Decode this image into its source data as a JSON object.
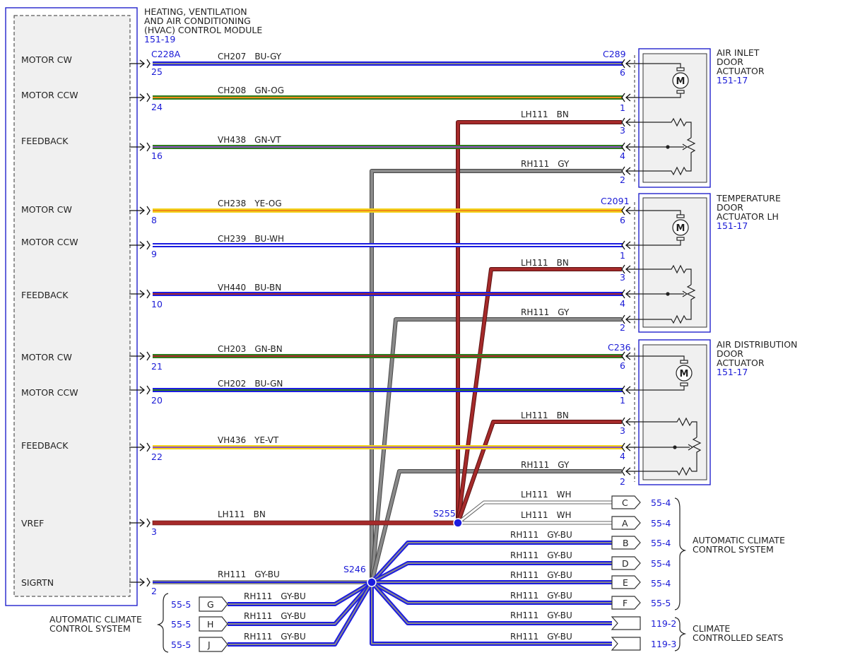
{
  "module": {
    "title_lines": [
      "HEATING, VENTILATION",
      "AND AIR CONDITIONING",
      "(HVAC) CONTROL MODULE"
    ],
    "ref": "151-19",
    "connector": "C228A",
    "left_labels": [
      "MOTOR CW",
      "MOTOR CCW",
      "FEEDBACK",
      "MOTOR CW",
      "MOTOR CCW",
      "FEEDBACK",
      "MOTOR CW",
      "MOTOR CCW",
      "FEEDBACK",
      "VREF",
      "SIGRTN"
    ],
    "left_pins": [
      "25",
      "24",
      "16",
      "8",
      "9",
      "10",
      "21",
      "20",
      "22",
      "3",
      "2"
    ]
  },
  "actuators": [
    {
      "lines": [
        "AIR INLET",
        "DOOR",
        "ACTUATOR"
      ],
      "ref": "151-17",
      "connector": "C289",
      "pins": [
        "6",
        "1",
        "3",
        "4",
        "2"
      ]
    },
    {
      "lines": [
        "TEMPERATURE",
        "DOOR",
        "ACTUATOR LH"
      ],
      "ref": "151-17",
      "connector": "C2091",
      "pins": [
        "6",
        "1",
        "3",
        "4",
        "2"
      ]
    },
    {
      "lines": [
        "AIR DISTRIBUTION",
        "DOOR",
        "ACTUATOR"
      ],
      "ref": "151-17",
      "connector": "C236",
      "pins": [
        "6",
        "1",
        "3",
        "4",
        "2"
      ]
    }
  ],
  "wires": [
    {
      "circuit": "CH207",
      "color": "BU-GY"
    },
    {
      "circuit": "CH208",
      "color": "GN-OG"
    },
    {
      "circuit": "VH438",
      "color": "GN-VT"
    },
    {
      "circuit": "CH238",
      "color": "YE-OG"
    },
    {
      "circuit": "CH239",
      "color": "BU-WH"
    },
    {
      "circuit": "VH440",
      "color": "BU-BN"
    },
    {
      "circuit": "CH203",
      "color": "GN-BN"
    },
    {
      "circuit": "CH202",
      "color": "BU-GN"
    },
    {
      "circuit": "VH436",
      "color": "YE-VT"
    },
    {
      "circuit": "LH111",
      "color": "BN"
    },
    {
      "circuit": "RH111",
      "color": "GY-BU"
    }
  ],
  "feeds": [
    {
      "circuit": "LH111",
      "color": "BN"
    },
    {
      "circuit": "RH111",
      "color": "GY"
    },
    {
      "circuit": "LH111",
      "color": "BN"
    },
    {
      "circuit": "RH111",
      "color": "GY"
    },
    {
      "circuit": "LH111",
      "color": "BN"
    },
    {
      "circuit": "RH111",
      "color": "GY"
    }
  ],
  "splices": {
    "s255": "S255",
    "s246": "S246"
  },
  "right_outputs": [
    {
      "circuit": "LH111",
      "color": "WH",
      "pin": "C",
      "ref": "55-4"
    },
    {
      "circuit": "LH111",
      "color": "WH",
      "pin": "A",
      "ref": "55-4"
    },
    {
      "circuit": "RH111",
      "color": "GY-BU",
      "pin": "B",
      "ref": "55-4"
    },
    {
      "circuit": "RH111",
      "color": "GY-BU",
      "pin": "D",
      "ref": "55-4"
    },
    {
      "circuit": "RH111",
      "color": "GY-BU",
      "pin": "E",
      "ref": "55-4"
    },
    {
      "circuit": "RH111",
      "color": "GY-BU",
      "pin": "F",
      "ref": "55-5"
    },
    {
      "circuit": "RH111",
      "color": "GY-BU",
      "pin": "",
      "ref": "119-2"
    },
    {
      "circuit": "RH111",
      "color": "GY-BU",
      "pin": "",
      "ref": "119-3"
    }
  ],
  "left_outputs": [
    {
      "circuit": "RH111",
      "color": "GY-BU",
      "pin": "G",
      "ref": "55-5"
    },
    {
      "circuit": "RH111",
      "color": "GY-BU",
      "pin": "H",
      "ref": "55-5"
    },
    {
      "circuit": "RH111",
      "color": "GY-BU",
      "pin": "J",
      "ref": "55-5"
    }
  ],
  "systems": {
    "right_acc": [
      "AUTOMATIC CLIMATE",
      "CONTROL SYSTEM"
    ],
    "seats": [
      "CLIMATE",
      "CONTROLLED SEATS"
    ],
    "left_acc": [
      "AUTOMATIC CLIMATE",
      "CONTROL SYSTEM"
    ]
  },
  "colors": {
    "accent": "#1a1ad6",
    "BU": "#1c1ce0",
    "GN": "#2e7d1e",
    "YE": "#f2d21a",
    "BN": "#a52a2a",
    "GY": "#8a8a8a",
    "WH": "#ffffff"
  }
}
